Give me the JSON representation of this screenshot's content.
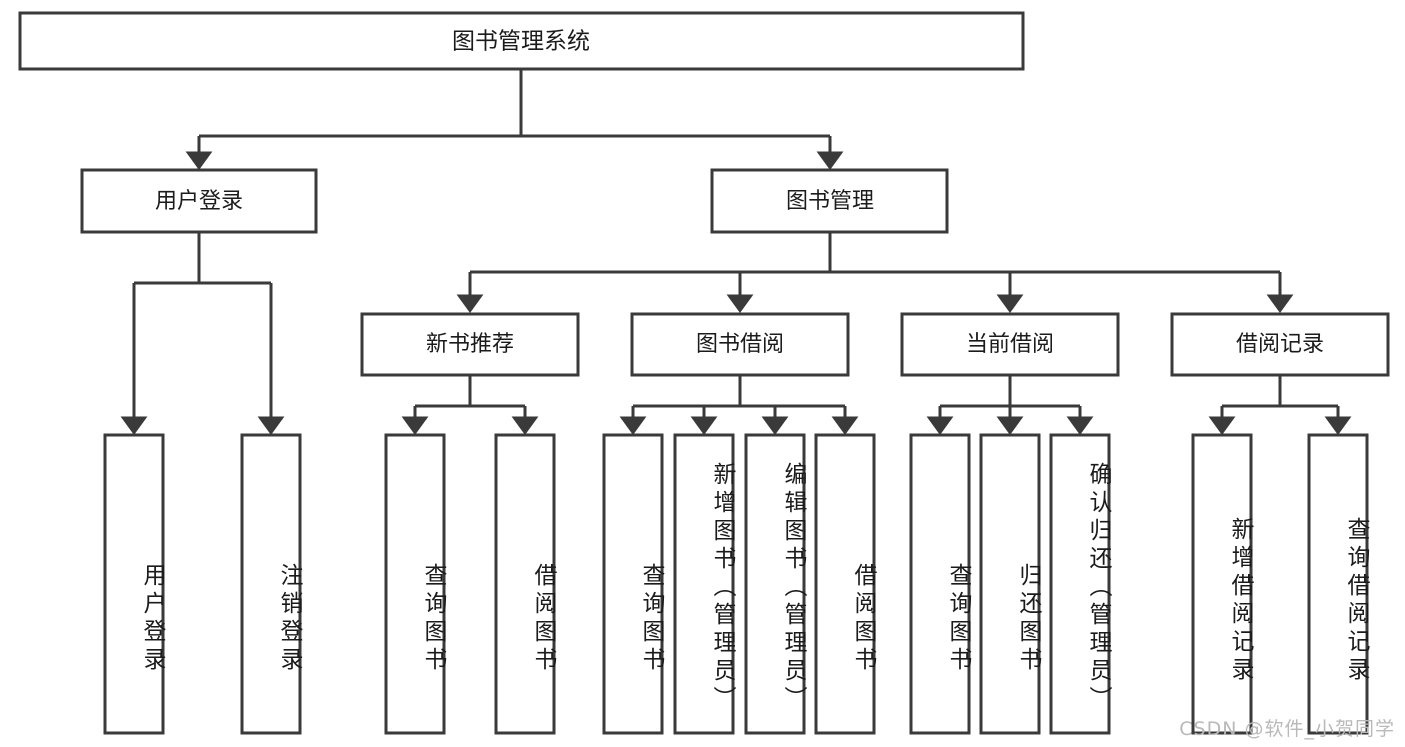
{
  "diagram": {
    "type": "tree-hierarchy-diagram",
    "title": "图书管理系统",
    "watermark": "CSDN @软件_小贺同学",
    "colors": {
      "stroke": "#3a3a3a",
      "node_fill": "#ffffff",
      "text": "#1b1b1b",
      "background": "#ffffff",
      "watermark": "#b9b9b9"
    },
    "levels": {
      "root": {
        "label": "图书管理系统"
      },
      "level2": [
        {
          "label": "用户登录"
        },
        {
          "label": "图书管理"
        }
      ],
      "level3": [
        {
          "label": "新书推荐"
        },
        {
          "label": "图书借阅"
        },
        {
          "label": "当前借阅"
        },
        {
          "label": "借阅记录"
        }
      ],
      "leaves": [
        {
          "label": "用户登录",
          "parent": "用户登录"
        },
        {
          "label": "注销登录",
          "parent": "用户登录"
        },
        {
          "label": "查询图书",
          "parent": "新书推荐"
        },
        {
          "label": "借阅图书",
          "parent": "新书推荐"
        },
        {
          "label": "查询图书",
          "parent": "图书借阅"
        },
        {
          "label": "新增图书（管理员）",
          "parent": "图书借阅"
        },
        {
          "label": "编辑图书（管理员）",
          "parent": "图书借阅"
        },
        {
          "label": "借阅图书",
          "parent": "图书借阅"
        },
        {
          "label": "查询图书",
          "parent": "当前借阅"
        },
        {
          "label": "归还图书",
          "parent": "当前借阅"
        },
        {
          "label": "确认归还（管理员）",
          "parent": "当前借阅"
        },
        {
          "label": "新增借阅记录",
          "parent": "借阅记录"
        },
        {
          "label": "查询借阅记录",
          "parent": "借阅记录"
        }
      ]
    }
  }
}
